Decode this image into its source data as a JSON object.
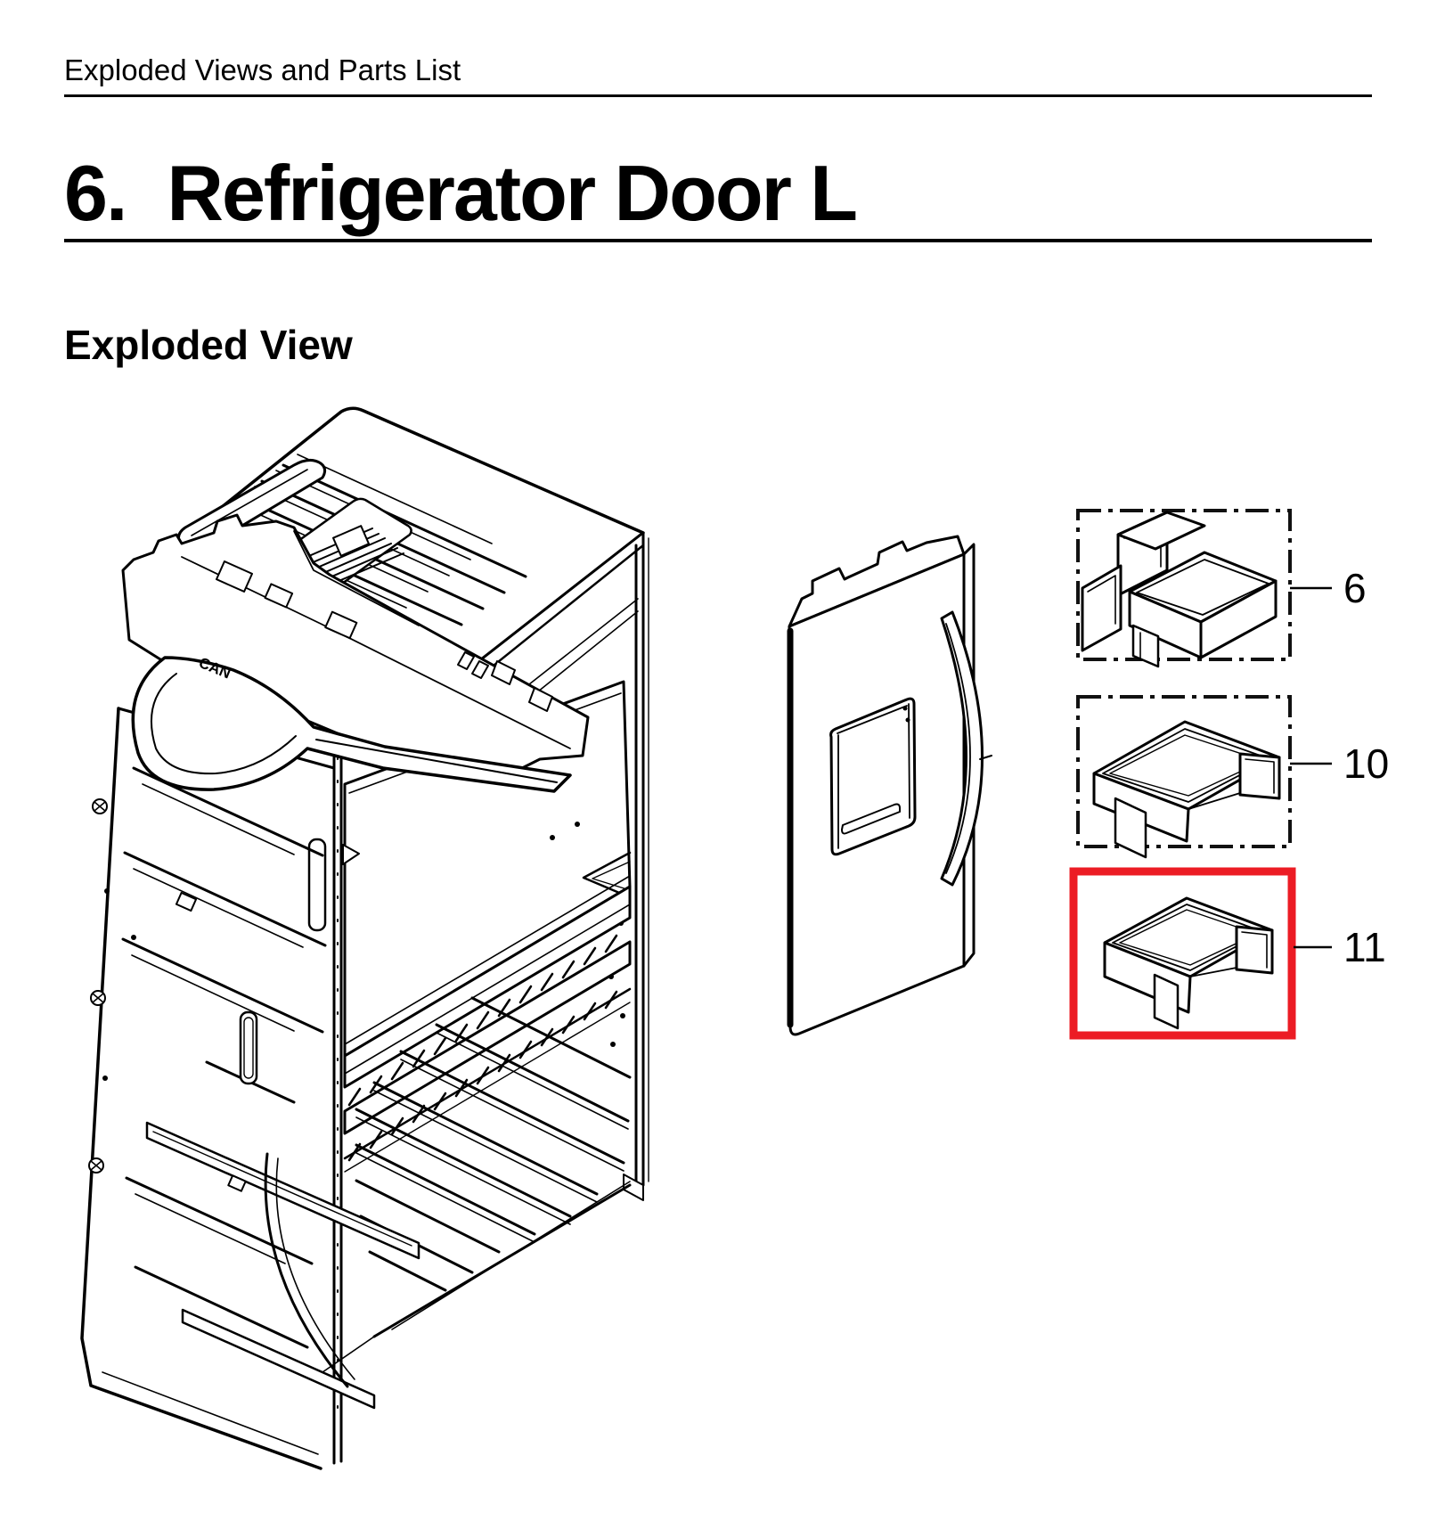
{
  "page": {
    "header": "Exploded Views and Parts List",
    "section_number": "6.",
    "section_title": "Refrigerator Door L",
    "subsection_title": "Exploded View"
  },
  "diagram": {
    "cabinet_marking": "CAN",
    "highlight_color": "#ec1c24",
    "callouts": [
      {
        "label": "6",
        "highlighted": false
      },
      {
        "label": "10",
        "highlighted": false
      },
      {
        "label": "11",
        "highlighted": true
      }
    ]
  }
}
